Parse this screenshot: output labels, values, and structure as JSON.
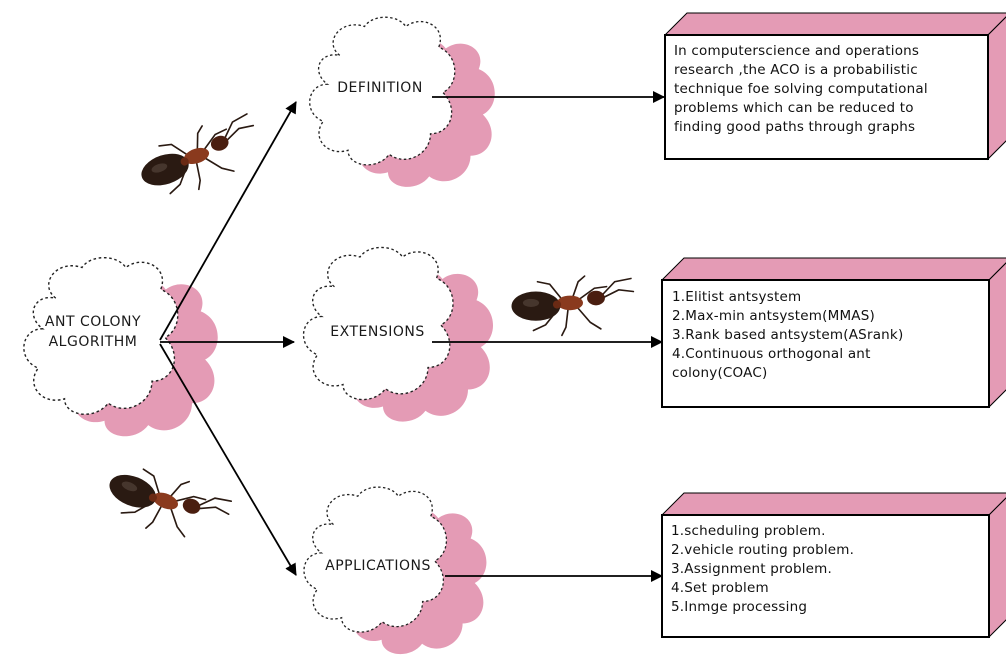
{
  "center": {
    "label_lines": [
      "ANT COLONY",
      "ALGORITHM"
    ]
  },
  "nodes": {
    "definition": {
      "label": "DEFINITION"
    },
    "extensions": {
      "label": "EXTENSIONS"
    },
    "applications": {
      "label": "APPLICATIONS"
    }
  },
  "boxes": {
    "definition": {
      "lines": [
        "In computerscience and operations",
        "research ,the ACO is a probabilistic",
        "technique foe solving computational",
        "problems which can be reduced to",
        "finding good paths through graphs"
      ]
    },
    "extensions": {
      "lines": [
        "1.Elitist antsystem",
        "2.Max-min antsystem(MMAS)",
        "3.Rank based antsystem(ASrank)",
        "4.Continuous orthogonal ant",
        "colony(COAC)"
      ]
    },
    "applications": {
      "lines": [
        "1.scheduling problem.",
        "2.vehicle routing problem.",
        "3.Assignment problem.",
        "4.Set problem",
        "5.Inmge processing"
      ]
    }
  },
  "colors": {
    "cloud_shadow": "#e49bb5",
    "cloud_fill": "#ffffff",
    "cloud_outline": "#222222",
    "box_side": "#e49bb5",
    "arrow": "#000000",
    "ant_body": "#2a1a12",
    "ant_thorax": "#8a3a1e"
  }
}
